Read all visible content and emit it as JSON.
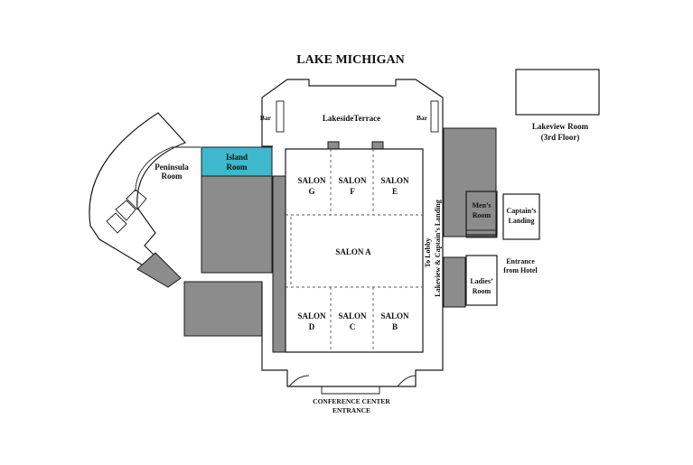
{
  "title": "LAKE MICHIGAN",
  "colors": {
    "island_room": "#3db8cc",
    "service_gray": "#8c8c8c",
    "wall": "#1a1a1a",
    "background": "#ffffff"
  },
  "rooms": {
    "lakeside_terrace": "LakesideTerrace",
    "bar_left": "Bar",
    "bar_right": "Bar",
    "peninsula": [
      "Peninsula",
      "Room"
    ],
    "island": [
      "Island",
      "Room"
    ],
    "salon_g": [
      "SALON",
      "G"
    ],
    "salon_f": [
      "SALON",
      "F"
    ],
    "salon_e": [
      "SALON",
      "E"
    ],
    "salon_a": "SALON A",
    "salon_d": [
      "SALON",
      "D"
    ],
    "salon_c": [
      "SALON",
      "C"
    ],
    "salon_b": [
      "SALON",
      "B"
    ],
    "lakeview": [
      "Lakeview Room",
      "(3rd Floor)"
    ],
    "mens": [
      "Men’s",
      "Room"
    ],
    "ladies": [
      "Ladies’",
      "Room"
    ],
    "captains_landing": [
      "Captain’s",
      "Landing"
    ],
    "entrance_hotel": [
      "Entrance",
      "from Hotel"
    ],
    "to_lobby": "To Lobby",
    "corridor": "Lakeview & Captain’s Landing",
    "conference_entrance": [
      "CONFERENCE CENTER",
      "ENTRANCE"
    ]
  }
}
